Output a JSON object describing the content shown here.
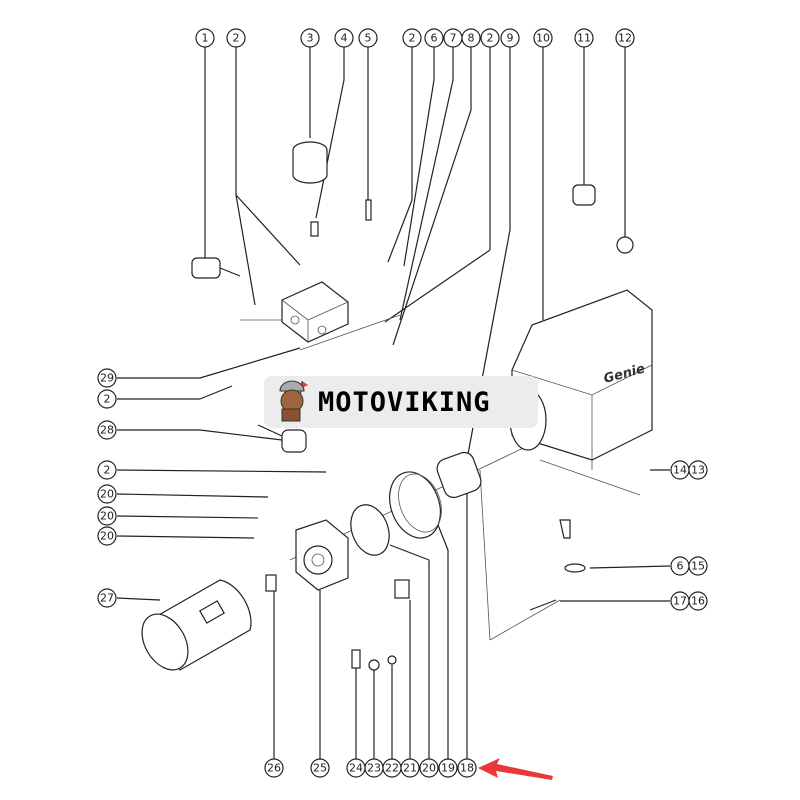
{
  "diagram": {
    "top_callouts": [
      "1",
      "2",
      "3",
      "4",
      "5",
      "2",
      "6",
      "7",
      "8",
      "2",
      "9",
      "10",
      "11",
      "12"
    ],
    "bottom_callouts": [
      "26",
      "25",
      "24",
      "23",
      "22",
      "21",
      "20",
      "19",
      "18"
    ],
    "left_callouts": [
      "29",
      "2",
      "28",
      "2",
      "20",
      "20",
      "20",
      "27"
    ],
    "right_callouts": [
      "14",
      "13",
      "6",
      "15",
      "17",
      "16"
    ],
    "tank_brand": "Genie",
    "highlight_color": "#e8383a"
  },
  "watermark": {
    "brand": "MOTOVIKING"
  }
}
